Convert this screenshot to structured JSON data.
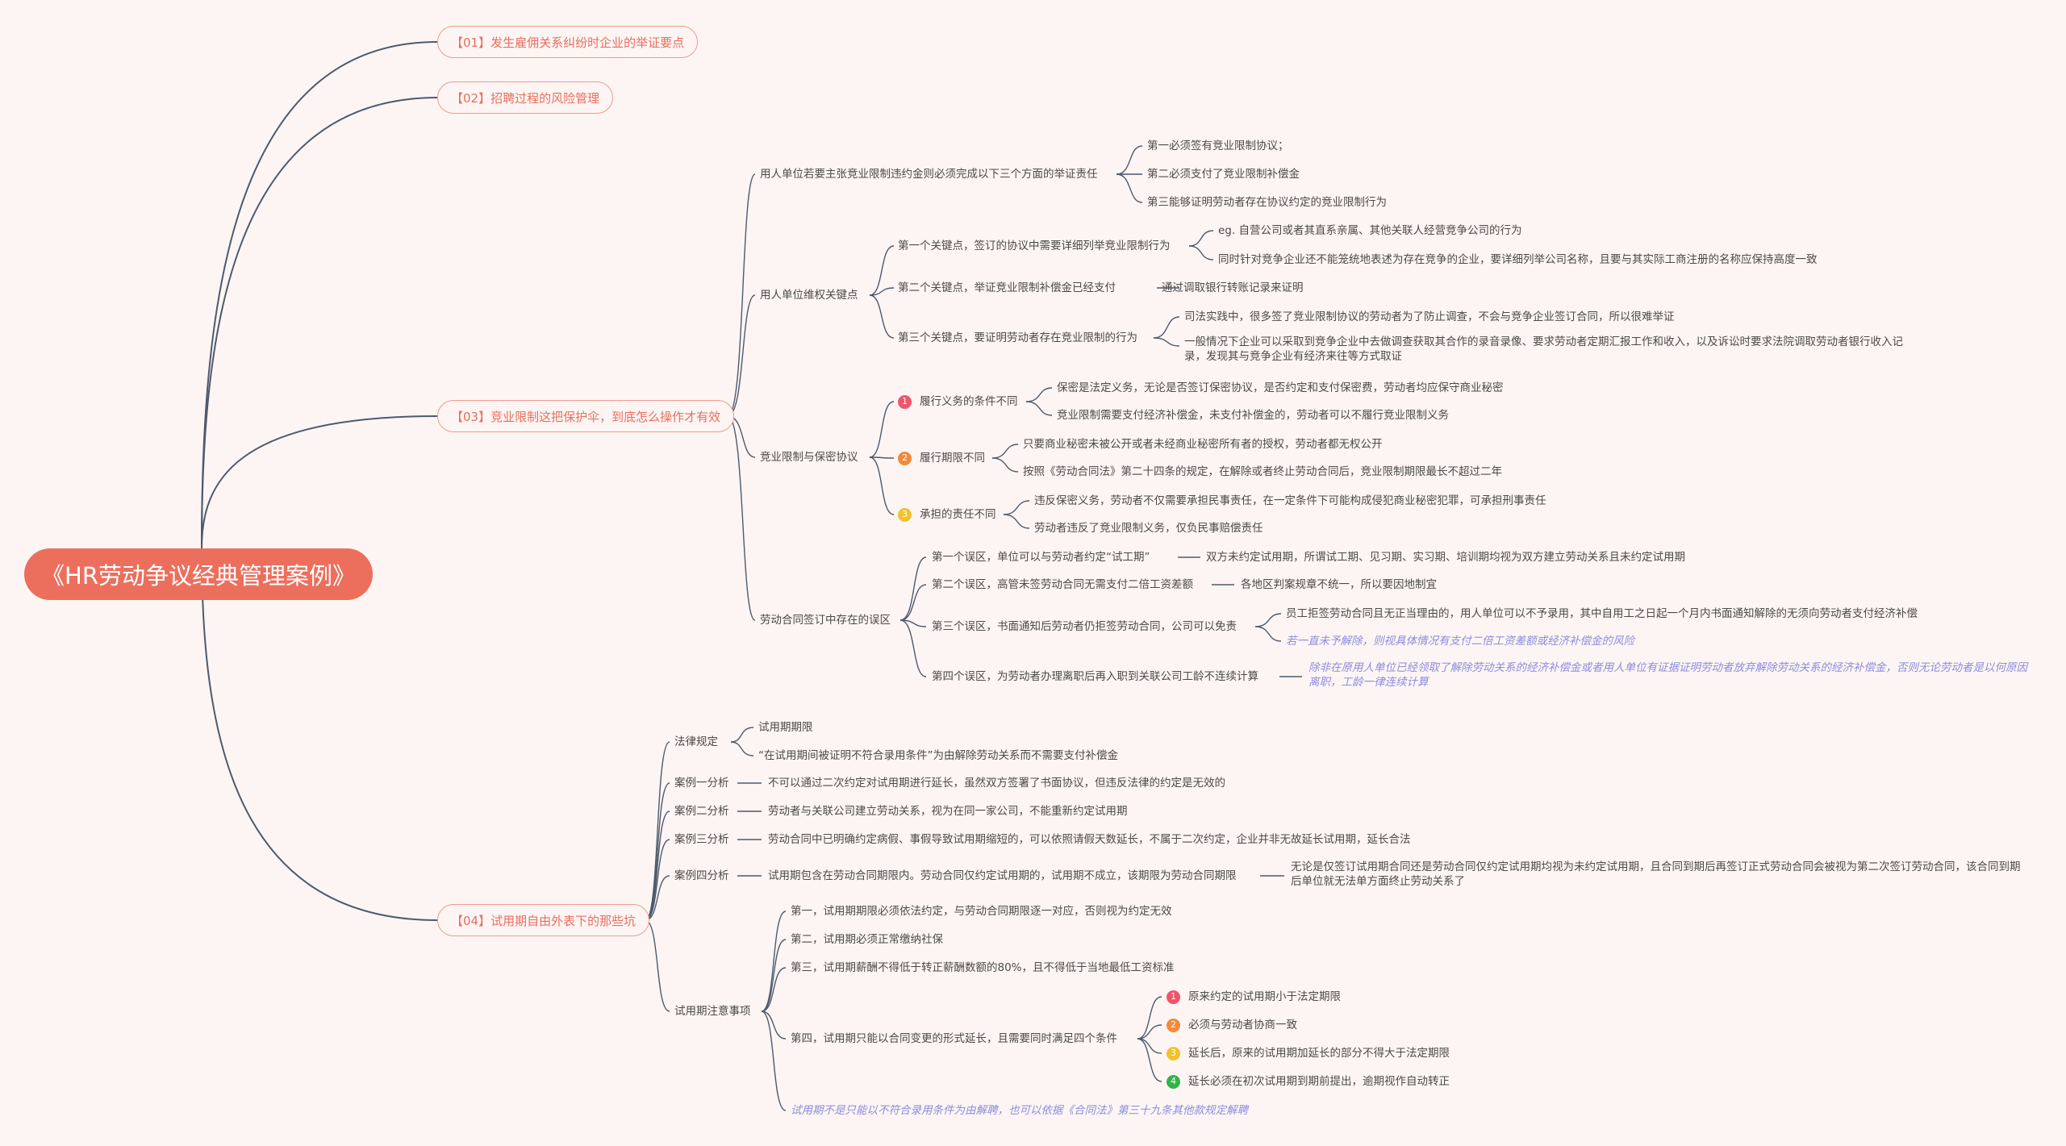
{
  "root": {
    "title": "《HR劳动争议经典管理案例》"
  },
  "branches": {
    "b01": "【01】发生雇佣关系纠纷时企业的举证要点",
    "b02": "【02】招聘过程的风险管理",
    "b03": "【03】竞业限制这把保护伞，到底怎么操作才有效",
    "b04": "【04】试用期自由外表下的那些坑"
  },
  "sec3": {
    "a": {
      "label": "用人单位若要主张竞业限制违约金则必须完成以下三个方面的举证责任",
      "items": [
        "第一必须签有竞业限制协议；",
        "第二必须支付了竞业限制补偿金",
        "第三能够证明劳动者存在协议约定的竞业限制行为"
      ]
    },
    "b": {
      "label": "用人单位维权关键点",
      "k1": {
        "label": "第一个关键点，签订的协议中需要详细列举竞业限制行为",
        "items": [
          "eg. 自营公司或者其直系亲属、其他关联人经营竞争公司的行为",
          "同时针对竞争企业还不能笼统地表述为存在竞争的企业，要详细列举公司名称，且要与其实际工商注册的名称应保持高度一致"
        ]
      },
      "k2": {
        "label": "第二个关键点，举证竞业限制补偿金已经支付",
        "item": "通过调取银行转账记录来证明"
      },
      "k3": {
        "label": "第三个关键点，要证明劳动者存在竞业限制的行为",
        "items": [
          "司法实践中，很多签了竞业限制协议的劳动者为了防止调查，不会与竞争企业签订合同，所以很难举证",
          "一般情况下企业可以采取到竞争企业中去做调查获取其合作的录音录像、要求劳动者定期汇报工作和收入，以及诉讼时要求法院调取劳动者银行收入记录，发现其与竞争企业有经济来往等方式取证"
        ]
      }
    },
    "c": {
      "label": "竞业限制与保密协议",
      "d1": {
        "num": "1",
        "label": "履行义务的条件不同",
        "items": [
          "保密是法定义务，无论是否签订保密协议，是否约定和支付保密费，劳动者均应保守商业秘密",
          "竞业限制需要支付经济补偿金，未支付补偿金的，劳动者可以不履行竞业限制义务"
        ]
      },
      "d2": {
        "num": "2",
        "label": "履行期限不同",
        "items": [
          "只要商业秘密未被公开或者未经商业秘密所有者的授权，劳动者都无权公开",
          "按照《劳动合同法》第二十四条的规定，在解除或者终止劳动合同后，竞业限制期限最长不超过二年"
        ]
      },
      "d3": {
        "num": "3",
        "label": "承担的责任不同",
        "items": [
          "违反保密义务，劳动者不仅需要承担民事责任，在一定条件下可能构成侵犯商业秘密犯罪，可承担刑事责任",
          "劳动者违反了竞业限制义务，仅负民事赔偿责任"
        ]
      }
    },
    "d": {
      "label": "劳动合同签订中存在的误区",
      "m1": {
        "label": "第一个误区，单位可以与劳动者约定“试工期”",
        "item": "双方未约定试用期，所谓试工期、见习期、实习期、培训期均视为双方建立劳动关系且未约定试用期"
      },
      "m2": {
        "label": "第二个误区，高管未签劳动合同无需支付二倍工资差额",
        "item": "各地区判案规章不统一，所以要因地制宜"
      },
      "m3": {
        "label": "第三个误区，书面通知后劳动者仍拒签劳动合同，公司可以免责",
        "items": [
          "员工拒签劳动合同且无正当理由的，用人单位可以不予录用，其中自用工之日起一个月内书面通知解除的无须向劳动者支付经济补偿"
        ],
        "hint": "若一直未予解除，则视具体情况有支付二倍工资差额或经济补偿金的风险"
      },
      "m4": {
        "label": "第四个误区，为劳动者办理离职后再入职到关联公司工龄不连续计算",
        "hint": "除非在原用人单位已经领取了解除劳动关系的经济补偿金或者用人单位有证据证明劳动者放弃解除劳动关系的经济补偿金，否则无论劳动者是以何原因离职，工龄一律连续计算"
      }
    }
  },
  "sec4": {
    "law": {
      "label": "法律规定",
      "items": [
        "试用期期限",
        "“在试用期间被证明不符合录用条件”为由解除劳动关系而不需要支付补偿金"
      ]
    },
    "cases": [
      {
        "label": "案例一分析",
        "item": "不可以通过二次约定对试用期进行延长，虽然双方签署了书面协议，但违反法律的约定是无效的"
      },
      {
        "label": "案例二分析",
        "item": "劳动者与关联公司建立劳动关系，视为在同一家公司，不能重新约定试用期"
      },
      {
        "label": "案例三分析",
        "item": "劳动合同中已明确约定病假、事假导致试用期缩短的，可以依照请假天数延长，不属于二次约定，企业并非无故延长试用期，延长合法"
      },
      {
        "label": "案例四分析",
        "item": "试用期包含在劳动合同期限内。劳动合同仅约定试用期的，试用期不成立，该期限为劳动合同期限",
        "sub": "无论是仅签订试用期合同还是劳动合同仅约定试用期均视为未约定试用期，且合同到期后再签订正式劳动合同会被视为第二次签订劳动合同，该合同到期后单位就无法单方面终止劳动关系了"
      }
    ],
    "notes": {
      "label": "试用期注意事项",
      "items": [
        "第一，试用期期限必须依法约定，与劳动合同期限逐一对应，否则视为约定无效",
        "第二，试用期必须正常缴纳社保",
        "第三，试用期薪酬不得低于转正薪酬数额的80%，且不得低于当地最低工资标准"
      ],
      "fourth": {
        "label": "第四，试用期只能以合同变更的形式延长，且需要同时满足四个条件",
        "items": [
          {
            "num": "1",
            "text": "原来约定的试用期小于法定期限"
          },
          {
            "num": "2",
            "text": "必须与劳动者协商一致"
          },
          {
            "num": "3",
            "text": "延长后，原来的试用期加延长的部分不得大于法定期限"
          },
          {
            "num": "4",
            "text": "延长必须在初次试用期到期前提出，逾期视作自动转正"
          }
        ]
      },
      "hint": "试用期不是只能以不符合录用条件为由解聘，也可以依据《合同法》第三十九条其他款规定解聘"
    }
  },
  "colors": {
    "root": "#ec6f5d",
    "branch_border": "#ef9a90",
    "branch_text": "#e66f5f",
    "line": "#4d5a6e",
    "hint": "#8c8ce0",
    "badge1": "#f0546a",
    "badge2": "#f28a3a",
    "badge3": "#f2c12e",
    "badge4": "#34b24a"
  }
}
